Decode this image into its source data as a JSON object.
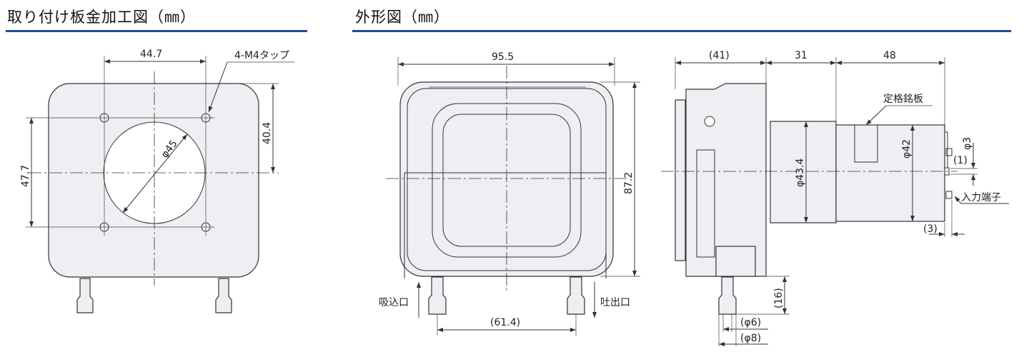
{
  "left_panel": {
    "title": "取り付け板金加工図（㎜）",
    "dims": {
      "width": "44.7",
      "height_half": "40.4",
      "height": "47.7",
      "diameter": "φ45"
    },
    "tap_label": "4-M4タップ"
  },
  "right_panel": {
    "title": "外形図（㎜）",
    "front": {
      "width": "95.5",
      "height": "87.2",
      "nozzle_pitch": "(61.4)",
      "inlet": "吸込口",
      "outlet": "吐出口"
    },
    "side": {
      "dim_a": "(41)",
      "dim_b": "31",
      "dim_c": "48",
      "motor_dia": "φ43.4",
      "body_dia": "φ42",
      "pin_dia": "φ3",
      "pin_len": "(1)",
      "terminal_off": "(3)",
      "nozzle_len": "(16)",
      "nozzle_in": "(φ6)",
      "nozzle_out": "(φ8)",
      "nameplate": "定格銘板",
      "terminal": "入力端子"
    }
  },
  "colors": {
    "accent": "#1f4e8f",
    "body": "#eeeff3"
  }
}
